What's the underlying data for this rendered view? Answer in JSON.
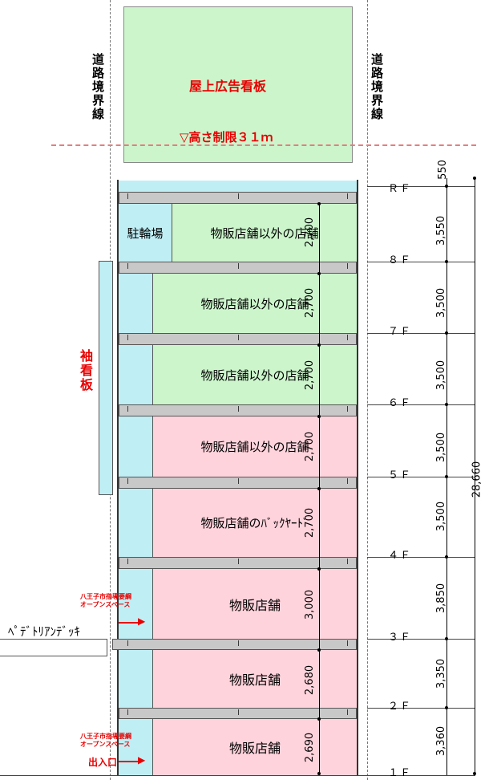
{
  "road_boundary_label": "道路境界線",
  "rooftop_sign_label": "屋上広告看板",
  "height_limit_label": "▽高さ制限３１ｍ",
  "projecting_sign_label": "袖看板",
  "deck_label": "ﾍﾟﾃﾞﾄﾘｱﾝﾃﾞｯｷ",
  "open_space_label": "八王子市指導要綱\nオープンスペース",
  "entrance_label": "出入口",
  "rooms": {
    "f8_bike": "駐輪場",
    "f8_shop": "物販店舗以外の店舗",
    "f7_shop": "物販店舗以外の店舗",
    "f6_shop": "物販店舗以外の店舗",
    "f5_shop": "物販店舗以外の店舗",
    "f4_shop": "物販店舗のﾊﾞｯｸﾔｰﾄﾞ",
    "f3_shop": "物販店舗",
    "f2_shop": "物販店舗",
    "f1_shop": "物販店舗"
  },
  "ceiling_heights": [
    "2,700",
    "2,700",
    "2,700",
    "2,700",
    "2,700",
    "3,000",
    "2,680",
    "2,690"
  ],
  "floor_labels": [
    "ＲＦ",
    "８Ｆ",
    "７Ｆ",
    "６Ｆ",
    "５Ｆ",
    "４Ｆ",
    "３Ｆ",
    "２Ｆ",
    "１Ｆ"
  ],
  "floor_dims": [
    "550",
    "3,550",
    "3,500",
    "3,500",
    "3,500",
    "3,500",
    "3,850",
    "3,350",
    "3,360"
  ],
  "total_height": "28,660",
  "colors": {
    "non_retail": "#ccf5cc",
    "retail": "#ffd3dc",
    "open_space": "#bfeef5",
    "signage": "#ccf5cc",
    "label_red": "#e80000"
  }
}
